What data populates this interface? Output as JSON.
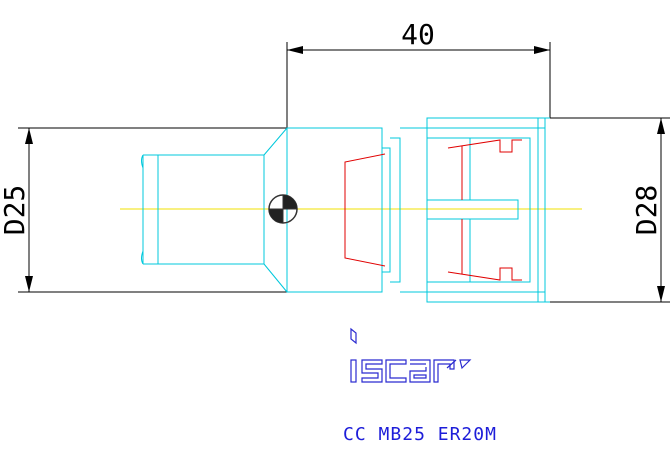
{
  "dimensions": {
    "length": "40",
    "shank_diameter": "D25",
    "collet_diameter": "D28"
  },
  "logo": {
    "text": "iscar",
    "color": "#2a2ad0"
  },
  "part_code": "CC MB25 ER20M",
  "colors": {
    "dimension_lines": "#000000",
    "outline": "#00c8dc",
    "hidden": "#e00000",
    "centerline": "#f0e000",
    "title": "#1d1dd9"
  }
}
